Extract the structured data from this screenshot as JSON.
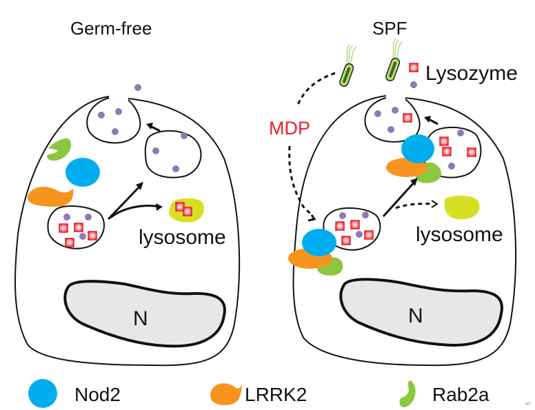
{
  "panels": [
    {
      "title": "Germ-free",
      "lysosome_label": "lysosome",
      "nucleus_label": "N"
    },
    {
      "title": "SPF",
      "lysosome_label": "lysosome",
      "nucleus_label": "N",
      "mdp_label": "MDP",
      "lysozyme_label": "Lysozyme"
    }
  ],
  "legend": [
    {
      "label": "Nod2",
      "color": "#00aeef"
    },
    {
      "label": "LRRK2",
      "color": "#f7941d"
    },
    {
      "label": "Rab2a",
      "color": "#8dc63f"
    }
  ],
  "colors": {
    "lysozyme_dot": "#8f78b4",
    "lysozyme_square": "#ec1c24",
    "lysosome": "#d7df23",
    "nucleus": "#e6e7e8",
    "mdp_text": "#e8202a"
  },
  "corner_mark": "↵"
}
